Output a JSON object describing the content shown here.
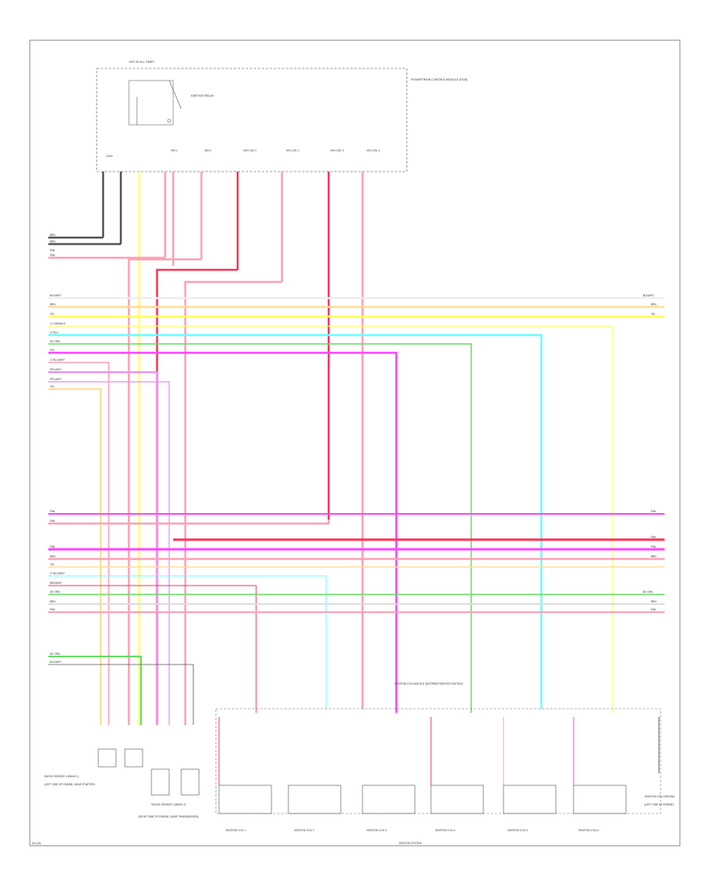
{
  "frame_label": "(0)-1(6)",
  "footer_center": "IGNITION SYSTEM",
  "module": {
    "title": "POWERTRAIN CONTROL MODULE (PCM)",
    "top_label": "HOT AT ALL TIMES",
    "relay_label": "IGNITION RELAY",
    "ground_label": "G100",
    "pin_labels": [
      "IGN 1",
      "IGN 2",
      "IGN COIL 1",
      "IGN COIL 2",
      "IGN COIL 3",
      "IGN COIL 4"
    ]
  },
  "left_wires": [
    "BRN",
    "BRN",
    "PNK",
    "PNK",
    "BLK/WHT",
    "BRN",
    "YEL",
    "LT GRN/WHT",
    "LT BLU",
    "DK GRN",
    "PPL",
    "LT BLU/WHT",
    "PPL/WHT",
    "PPL/WHT",
    "YEL",
    "PNK",
    "PNK",
    "PNK",
    "BRN",
    "YEL",
    "LT BLU/WHT",
    "BRN/WHT",
    "DK GRN",
    "BRN",
    "PNK",
    "DK GRN",
    "BLK/WHT"
  ],
  "right_wires": [
    "BLK/WHT",
    "BRN",
    "YEL",
    "PNK",
    "PNK",
    "PNK",
    "BRN",
    "DK GRN",
    "BRN",
    "PNK"
  ],
  "sensors": {
    "left_sensor": "KNOCK SENSOR 1 (BANK 1)",
    "left_sensor_sub": "(LEFT SIDE OF ENGINE, NEAR STARTER)",
    "center_sensor": "KNOCK SENSOR 2 (BANK 2)",
    "center_sensor_sub": "(RIGHT SIDE OF ENGINE, NEAR TRANSMISSION)",
    "ground_label": "IGNITION COIL GROUND",
    "ground_sub": "(LEFT SIDE OF ENGINE)",
    "coil_module_label": "IGNITION COIL MODULE (DISTRIBUTORLESS IGNITION)"
  },
  "coils": [
    "IGNITION COIL 1",
    "IGNITION COIL 2",
    "IGNITION COIL 3",
    "IGNITION COIL 4",
    "IGNITION COIL 5",
    "IGNITION COIL 6"
  ],
  "colors": {
    "brown": "#555555",
    "pink": "#ffa0b4",
    "red": "#ff3355",
    "yellow": "#ffff66",
    "tan": "#ffdd99",
    "cyan": "#66ffff",
    "green": "#66dd66",
    "magenta": "#ff44ff",
    "violet": "#ee88ff",
    "frame": "#888888"
  }
}
